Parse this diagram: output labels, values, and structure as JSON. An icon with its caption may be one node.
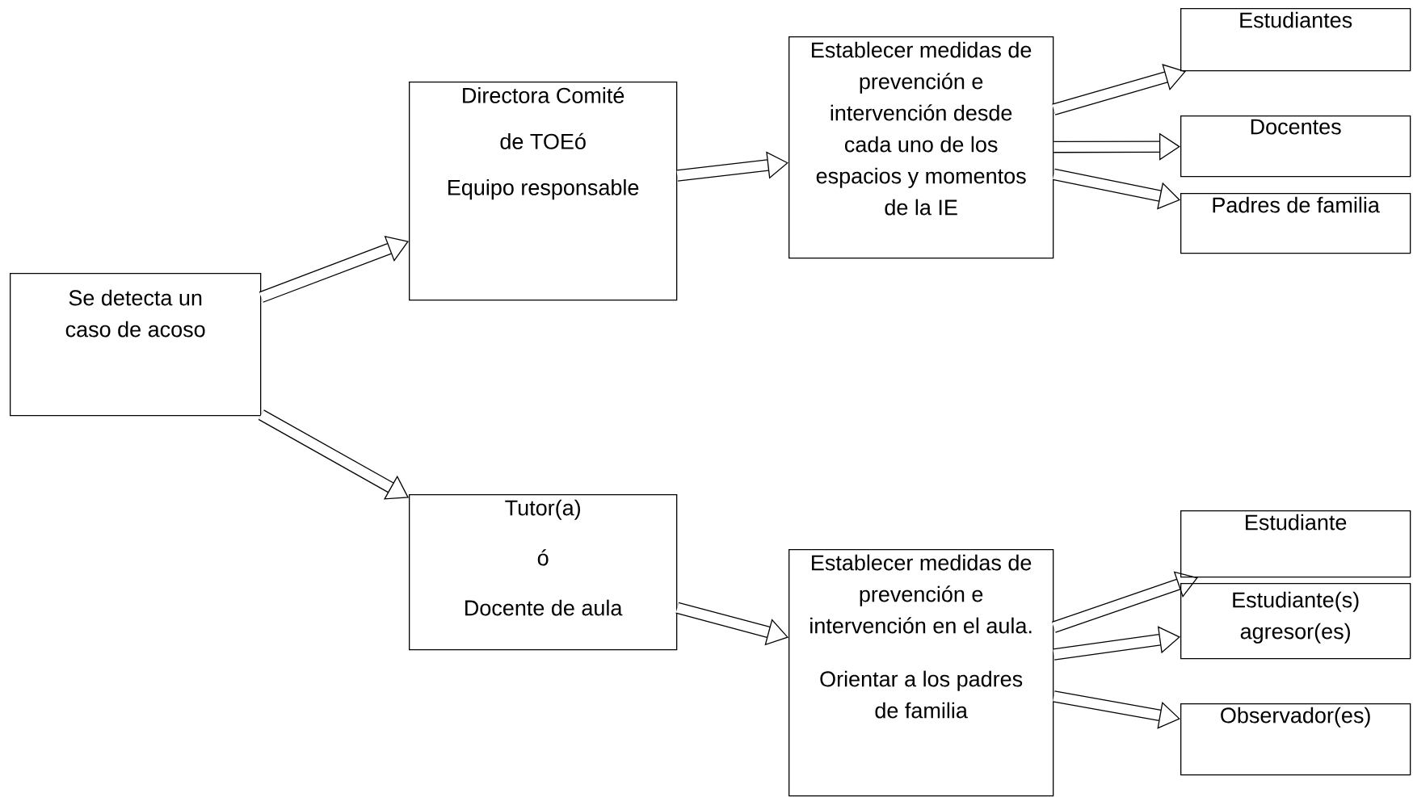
{
  "diagram": {
    "nodes": [
      {
        "text": [
          "Se detecta un caso de acoso"
        ]
      },
      {
        "text": [
          "Directora Comité",
          "de TOEó",
          "Equipo responsable"
        ]
      },
      {
        "text": [
          "Establecer medidas de prevención e intervención desde cada uno de los espacios y momentos de la IE"
        ]
      },
      {
        "text": [
          "Estudiantes"
        ]
      },
      {
        "text": [
          "Docentes"
        ]
      },
      {
        "text": [
          "Padres de familia"
        ]
      },
      {
        "text": [
          "Tutor(a)",
          "ó",
          "Docente de aula"
        ]
      },
      {
        "text": [
          "Establecer medidas de prevención e intervención en el aula.",
          "Orientar a los padres de familia"
        ]
      },
      {
        "text": [
          "Estudiante"
        ]
      },
      {
        "text": [
          "Estudiante(s) agresor(es)"
        ]
      },
      {
        "text": [
          "Observador(es)"
        ]
      }
    ],
    "edges": [
      {
        "from": 0,
        "to": 1,
        "arrow": "to"
      },
      {
        "from": 0,
        "to": 6,
        "arrow": "to"
      },
      {
        "from": 1,
        "to": 2,
        "arrow": "to"
      },
      {
        "from": 2,
        "to": 3,
        "arrow": "to"
      },
      {
        "from": 2,
        "to": 4,
        "arrow": "to"
      },
      {
        "from": 2,
        "to": 5,
        "arrow": "to"
      },
      {
        "from": 6,
        "to": 7,
        "arrow": "to"
      },
      {
        "from": 7,
        "to": 8,
        "arrow": "to"
      },
      {
        "from": 7,
        "to": 9,
        "arrow": "to"
      },
      {
        "from": 7,
        "to": 10,
        "arrow": "to"
      }
    ]
  }
}
